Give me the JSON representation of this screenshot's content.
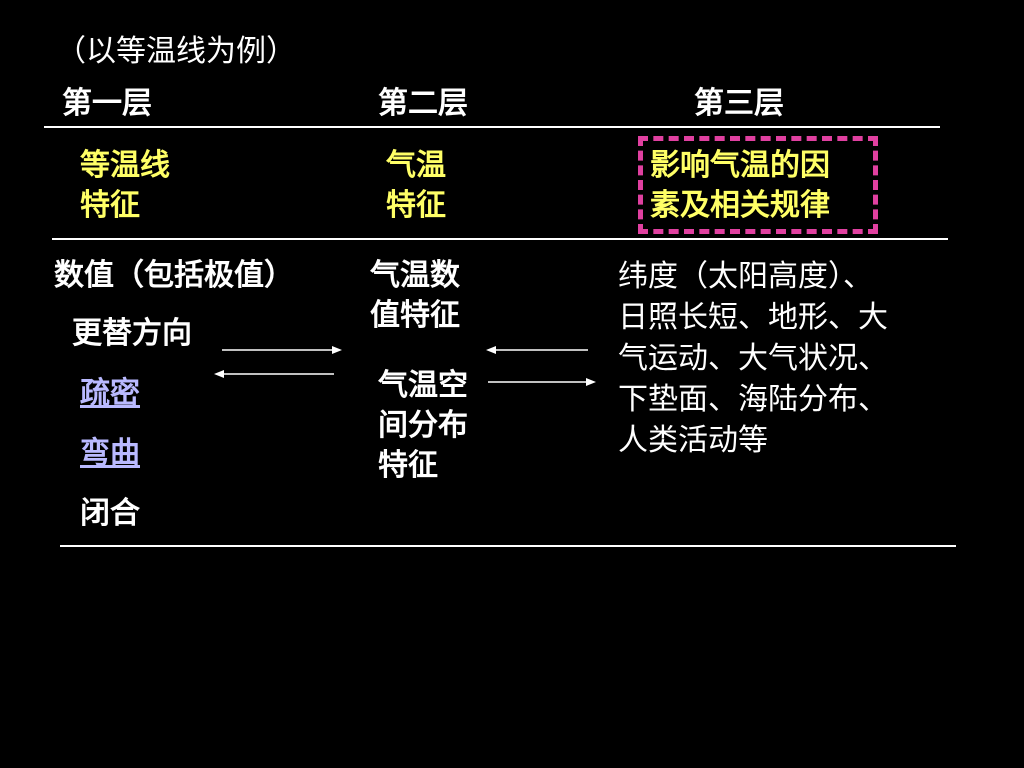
{
  "slide": {
    "note": "（以等温线为例）",
    "headers": [
      "第一层",
      "第二层",
      "第三层"
    ],
    "row1": {
      "col1": "等温线\n特征",
      "col2": "气温\n特征",
      "col3": "影响气温的因\n素及相关规律"
    },
    "col1_items": [
      "数值（包括极值）",
      "更替方向",
      "疏密",
      "弯曲",
      "闭合"
    ],
    "col2_items": [
      "气温数\n值特征",
      "气温空\n间分布\n特征"
    ],
    "col3_text": "纬度（太阳高度）、\n日照长短、地形、大\n气运动、大气状况、\n下垫面、海陆分布、\n人类活动等"
  },
  "colors": {
    "background": "#000000",
    "text": "#ffffff",
    "highlight": "#ffff66",
    "link": "#b9b9ff",
    "dashed_box": "#e040a0"
  }
}
